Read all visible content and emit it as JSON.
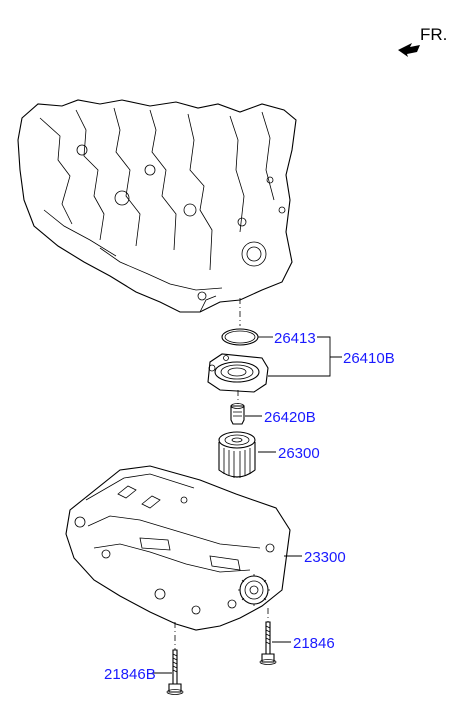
{
  "direction": {
    "label": "FR.",
    "icon": "front-arrow-icon"
  },
  "colors": {
    "label": "#1a1aff",
    "line": "#000000"
  },
  "parts": [
    {
      "id": "26413",
      "label": "26413"
    },
    {
      "id": "26410B",
      "label": "26410B"
    },
    {
      "id": "26420B",
      "label": "26420B"
    },
    {
      "id": "26300",
      "label": "26300"
    },
    {
      "id": "23300",
      "label": "23300"
    },
    {
      "id": "21846",
      "label": "21846"
    },
    {
      "id": "21846B",
      "label": "21846B"
    }
  ]
}
